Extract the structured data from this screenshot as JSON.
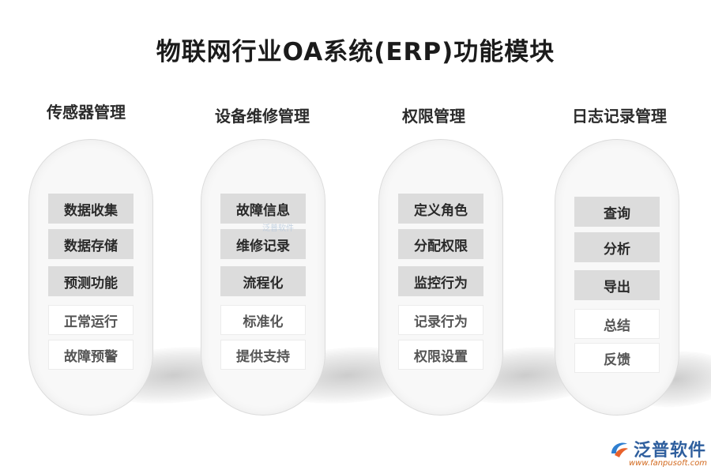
{
  "title": "物联网行业OA系统(ERP)功能模块",
  "columns": [
    {
      "heading": "传感器管理",
      "items": [
        "数据收集",
        "数据存储",
        "预测功能",
        "正常运行",
        "故障预警"
      ],
      "dark_count": 3
    },
    {
      "heading": "设备维修管理",
      "items": [
        "故障信息",
        "维修记录",
        "流程化",
        "标准化",
        "提供支持"
      ],
      "dark_count": 3
    },
    {
      "heading": "权限管理",
      "items": [
        "定义角色",
        "分配权限",
        "监控行为",
        "记录行为",
        "权限设置"
      ],
      "dark_count": 3
    },
    {
      "heading": "日志记录管理",
      "items": [
        "查询",
        "分析",
        "导出",
        "总结",
        "反馈"
      ],
      "dark_count": 3
    }
  ],
  "watermark": "泛普软件",
  "logo": {
    "name": "泛普软件",
    "url": "www.fanpusoft.com",
    "icon": "fanpu-logo-icon"
  },
  "colors": {
    "dark_box": "#dcdcdc",
    "light_box": "#ffffff",
    "brand": "#2f5f9e",
    "url": "#d2691e"
  }
}
